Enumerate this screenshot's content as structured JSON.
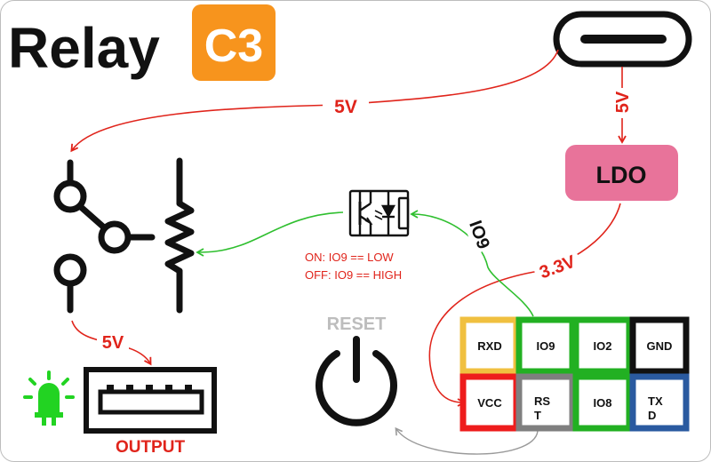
{
  "title": {
    "main": "Relay",
    "badge": "C3"
  },
  "colors": {
    "red": "#e0241b",
    "green": "#2fbf2f",
    "black": "#111111",
    "badge": "#f7941d",
    "ldo_fill": "#e8739a",
    "led_green": "#22d322",
    "gray": "#bdbdbd"
  },
  "labels": {
    "usb_to_relay": "5V",
    "usb_to_ldo": "5V",
    "ldo": "LDO",
    "ldo_to_vcc": "3.3V",
    "io9_signal": "IO9",
    "relay_to_output": "5V",
    "opto_on": "ON: IO9 == LOW",
    "opto_off": "OFF: IO9 == HIGH",
    "reset": "RESET",
    "output": "OUTPUT"
  },
  "pins": {
    "top": [
      {
        "label": "RXD",
        "color": "#f0c040"
      },
      {
        "label": "IO9",
        "color": "#22b022"
      },
      {
        "label": "IO2",
        "color": "#22b022"
      },
      {
        "label": "GND",
        "color": "#111111"
      }
    ],
    "bottom": [
      {
        "label_line1": "VCC",
        "label_line2": "",
        "color": "#ee1c1c"
      },
      {
        "label_line1": "RS",
        "label_line2": "T",
        "color": "#7f7f7f"
      },
      {
        "label_line1": "IO8",
        "label_line2": "",
        "color": "#22b022"
      },
      {
        "label_line1": "TX",
        "label_line2": "D",
        "color": "#2a5aa0"
      }
    ]
  },
  "icons": [
    "usb-c-port-icon",
    "relay-switch-icon",
    "relay-coil-icon",
    "optocoupler-icon",
    "power-button-icon",
    "usb-a-port-icon",
    "led-icon"
  ]
}
